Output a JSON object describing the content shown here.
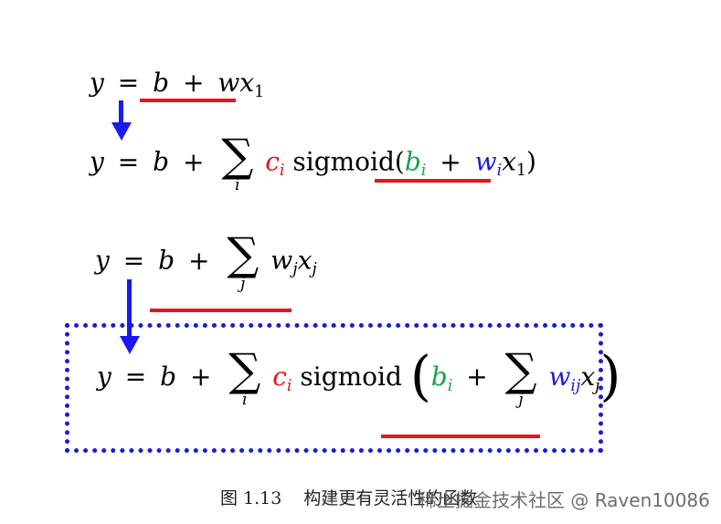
{
  "colors": {
    "text": "#000000",
    "c_coefficient": "#e8141a",
    "b_bias": "#16a34a",
    "w_weight": "#1a1adc",
    "underline": "#e8141a",
    "arrow": "#1a1aee",
    "dotted_box": "#1a1adc"
  },
  "equations": {
    "eq1": {
      "lhs": "y",
      "eq": "=",
      "b": "b",
      "plus": "+",
      "w": "w",
      "x": "x",
      "x_sub": "1"
    },
    "eq2": {
      "lhs": "y",
      "eq": "=",
      "b": "b",
      "plus": "+",
      "sigma": "∑",
      "sigma_index": "i",
      "c": "c",
      "c_sub": "i",
      "fn": "sigmoid",
      "lparen": "(",
      "bi": "b",
      "bi_sub": "i",
      "plus2": "+",
      "wi": "w",
      "wi_sub": "i",
      "x": "x",
      "x_sub": "1",
      "rparen": ")"
    },
    "eq3": {
      "lhs": "y",
      "eq": "=",
      "b": "b",
      "plus": "+",
      "sigma": "∑",
      "sigma_index": "j",
      "w": "w",
      "w_sub": "j",
      "x": "x",
      "x_sub": "j"
    },
    "eq4": {
      "lhs": "y",
      "eq": "=",
      "b": "b",
      "plus": "+",
      "sigma": "∑",
      "sigma_index": "i",
      "c": "c",
      "c_sub": "i",
      "fn": "sigmoid",
      "lparen": "(",
      "bi": "b",
      "bi_sub": "i",
      "plus2": "+",
      "sigma2": "∑",
      "sigma2_index": "j",
      "wij": "w",
      "wij_sub": "ij",
      "x": "x",
      "x_sub": "j",
      "rparen": ")"
    }
  },
  "caption": {
    "figure_label": "图 1.13",
    "text": "构建更有灵活性的函数"
  },
  "watermark": {
    "text": "稀土掘金技术社区 @ Raven10086"
  }
}
